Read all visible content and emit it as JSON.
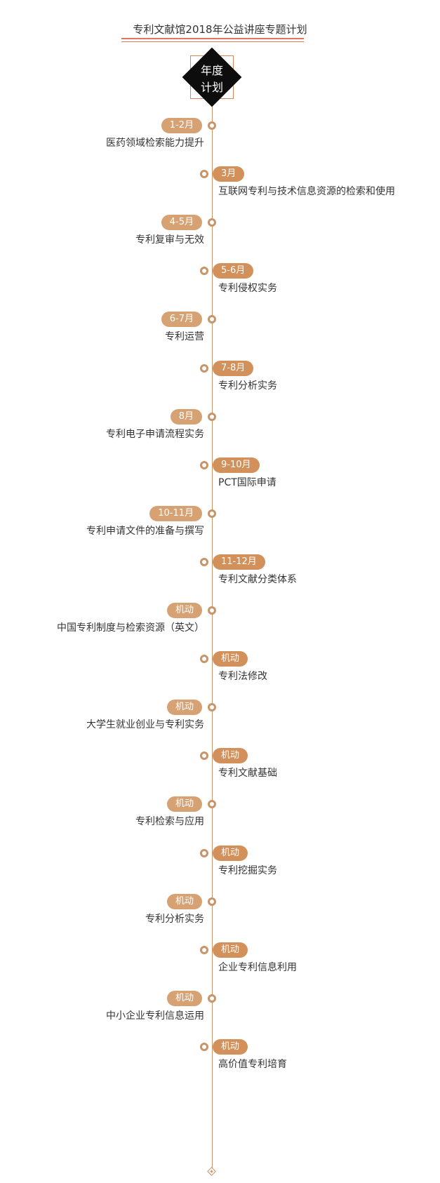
{
  "title": "专利文献馆2018年公益讲座专题计划",
  "badge": {
    "line1": "年度",
    "line2": "计划"
  },
  "colors": {
    "accent": "#c8956a",
    "pill_left": "#d7a273",
    "pill_right": "#d2905a",
    "title_rule": "#e8735d",
    "badge": "#0d0d0d"
  },
  "items": [
    {
      "period": "1-2月",
      "topic": "医药领域检索能力提升",
      "side": "left"
    },
    {
      "period": "3月",
      "topic": "互联网专利与技术信息资源的检索和使用",
      "side": "right"
    },
    {
      "period": "4-5月",
      "topic": "专利复审与无效",
      "side": "left"
    },
    {
      "period": "5-6月",
      "topic": "专利侵权实务",
      "side": "right"
    },
    {
      "period": "6-7月",
      "topic": "专利运营",
      "side": "left"
    },
    {
      "period": "7-8月",
      "topic": "专利分析实务",
      "side": "right"
    },
    {
      "period": "8月",
      "topic": "专利电子申请流程实务",
      "side": "left"
    },
    {
      "period": "9-10月",
      "topic": "PCT国际申请",
      "side": "right"
    },
    {
      "period": "10-11月",
      "topic": "专利申请文件的准备与撰写",
      "side": "left"
    },
    {
      "period": "11-12月",
      "topic": "专利文献分类体系",
      "side": "right"
    },
    {
      "period": "机动",
      "topic": "中国专利制度与检索资源（英文）",
      "side": "left"
    },
    {
      "period": "机动",
      "topic": "专利法修改",
      "side": "right"
    },
    {
      "period": "机动",
      "topic": "大学生就业创业与专利实务",
      "side": "left"
    },
    {
      "period": "机动",
      "topic": "专利文献基础",
      "side": "right"
    },
    {
      "period": "机动",
      "topic": "专利检索与应用",
      "side": "left"
    },
    {
      "period": "机动",
      "topic": "专利挖掘实务",
      "side": "right"
    },
    {
      "period": "机动",
      "topic": "专利分析实务",
      "side": "left"
    },
    {
      "period": "机动",
      "topic": "企业专利信息利用",
      "side": "right"
    },
    {
      "period": "机动",
      "topic": "中小企业专利信息运用",
      "side": "left"
    },
    {
      "period": "机动",
      "topic": "高价值专利培育",
      "side": "right"
    }
  ]
}
